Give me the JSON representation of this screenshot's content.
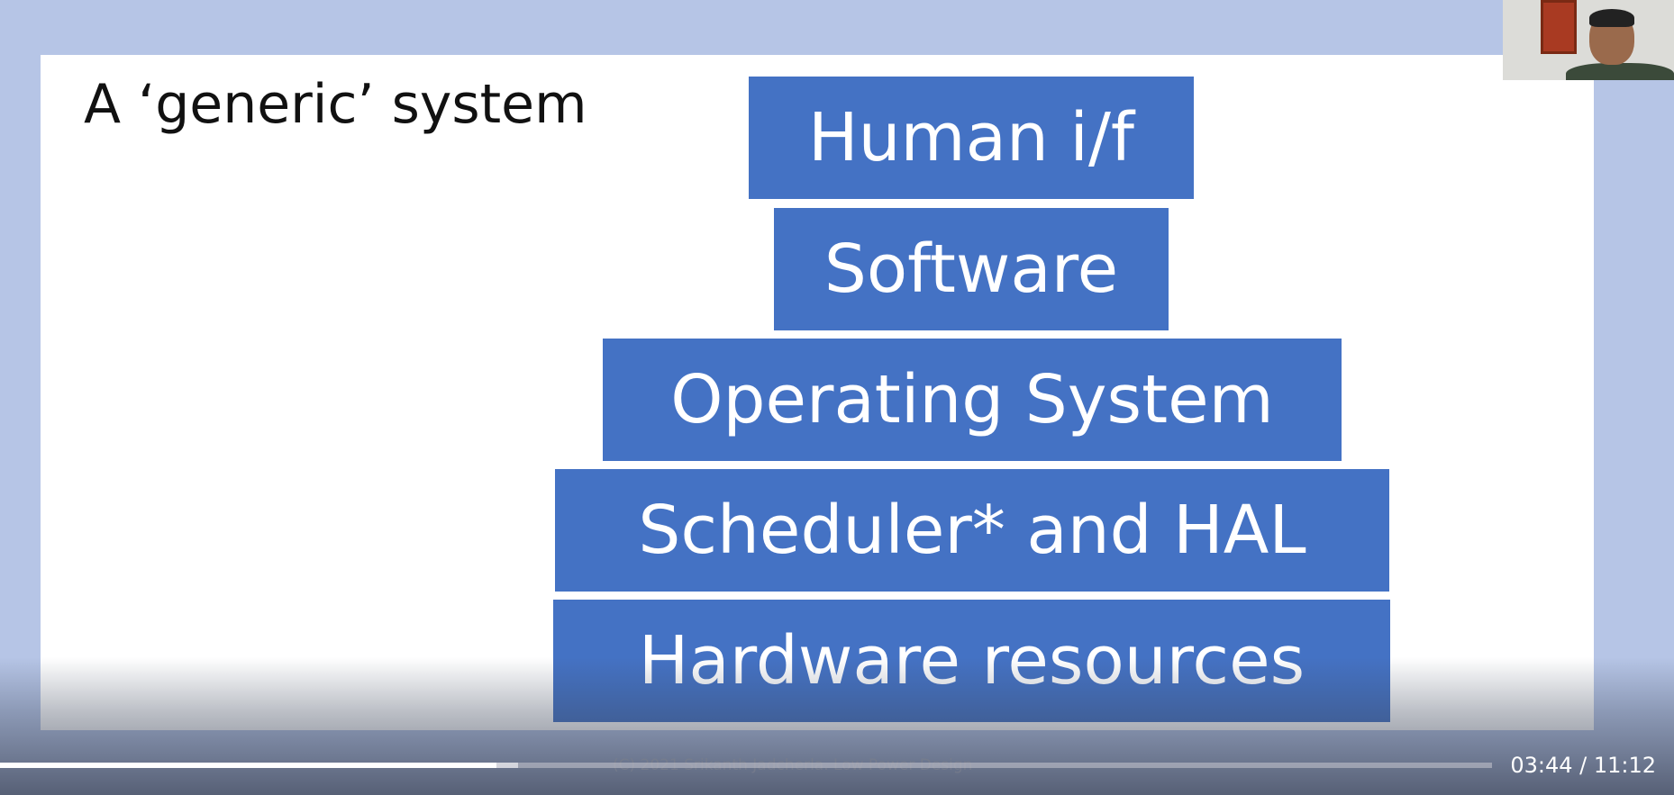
{
  "slide": {
    "title": "A ‘generic’ system",
    "layers": [
      "Human i/f",
      "Software",
      "Operating System",
      "Scheduler* and HAL",
      "Hardware resources"
    ]
  },
  "player": {
    "current_time": "03:44",
    "duration": "11:12",
    "time_display": "03:44 / 11:12",
    "progress_fraction": 0.333,
    "buffered_fraction": 0.305,
    "watermark": "(C) 2021 Srikanth Jadcherla. Low Power Design"
  },
  "colors": {
    "layer_fill": "#4472c4",
    "background": "#b6c5e6"
  }
}
